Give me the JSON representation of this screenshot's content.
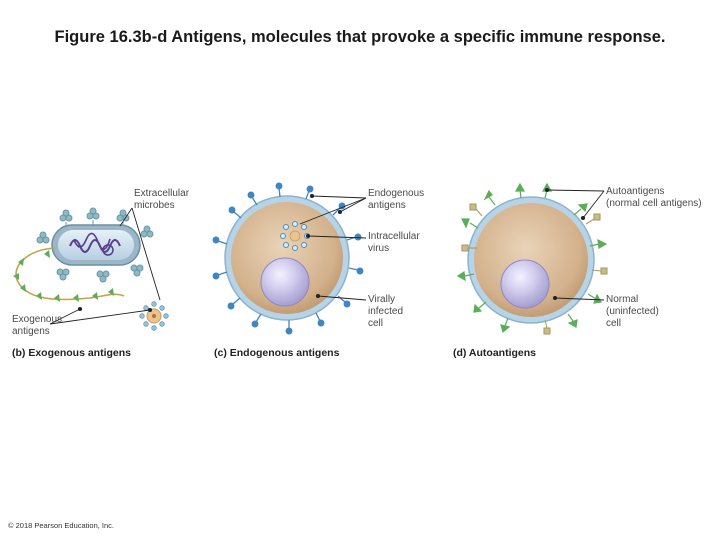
{
  "title": "Figure 16.3b-d  Antigens, molecules that provoke a specific immune response.",
  "panel_b": {
    "label_microbes_1": "Extracellular",
    "label_microbes_2": "microbes",
    "label_antigens_1": "Exogenous",
    "label_antigens_2": "antigens",
    "caption": "(b) Exogenous antigens"
  },
  "panel_c": {
    "label_endo_1": "Endogenous",
    "label_endo_2": "antigens",
    "label_virus_1": "Intracellular",
    "label_virus_2": "virus",
    "label_cell_1": "Virally",
    "label_cell_2": "infected",
    "label_cell_3": "cell",
    "caption": "(c) Endogenous antigens"
  },
  "panel_d": {
    "label_auto_1": "Autoantigens",
    "label_auto_2": "(normal cell antigens)",
    "label_cell_1": "Normal",
    "label_cell_2": "(uninfected)",
    "label_cell_3": "cell",
    "caption": "(d) Autoantigens"
  },
  "copyright": "© 2018 Pearson Education, Inc.",
  "colors": {
    "cell_fill": "#d8b894",
    "membrane": "#b7d3e6",
    "nucleus": "#c9c3e8",
    "antigen_blue": "#3f86c2",
    "antigen_green": "#5aae5a",
    "antigen_tan": "#c7bb86",
    "microbe_teal": "#8fb9c4",
    "dna_purple": "#5a3d8f"
  }
}
